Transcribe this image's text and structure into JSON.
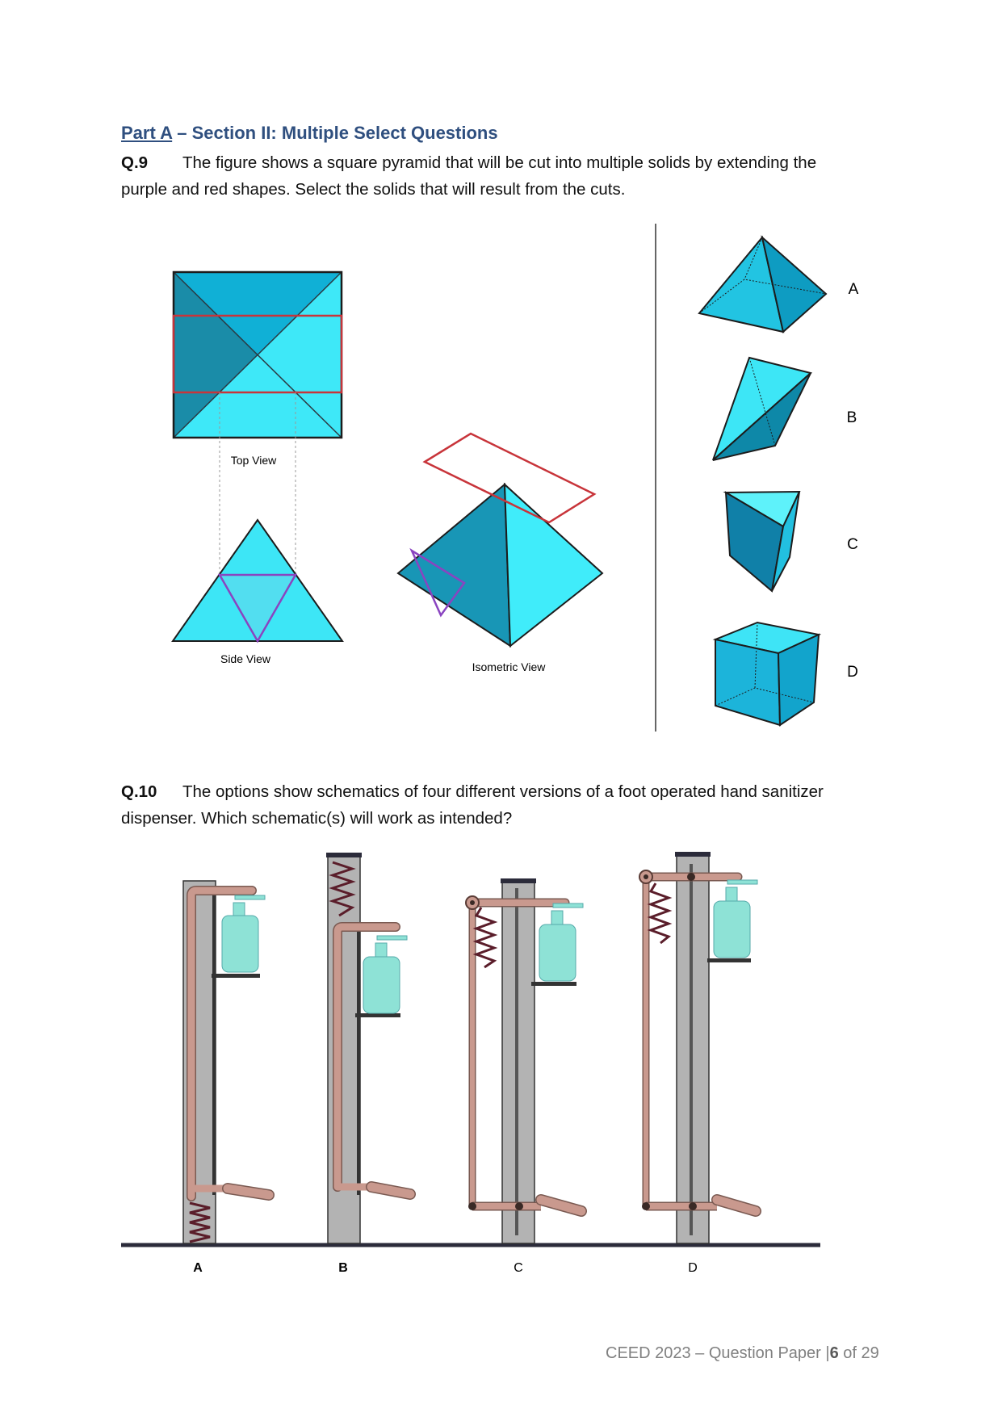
{
  "section": {
    "part": "Part A",
    "rest": " – Section II: Multiple Select Questions"
  },
  "q9": {
    "number": "Q.9",
    "line1": "The figure shows a square pyramid that will be cut into multiple solids by extending the",
    "line2": "purple and red shapes. Select the solids that will result from the cuts.",
    "views": {
      "top": "Top View",
      "side": "Side View",
      "iso": "Isometric View"
    },
    "options": [
      "A",
      "B",
      "C",
      "D"
    ]
  },
  "q10": {
    "number": "Q.10",
    "line1": "The options show schematics of four different versions of a foot operated hand sanitizer",
    "line2": "dispenser. Which schematic(s) will work as intended?",
    "options": [
      "A",
      "B",
      "C",
      "D"
    ]
  },
  "footer": {
    "prefix": "CEED 2023 – Question Paper |",
    "page": "6",
    "suffix": " of 29"
  },
  "colors": {
    "heading": "#2f4f7f",
    "cyan_light": "#3ee8f8",
    "cyan_mid": "#14b4d8",
    "cyan_dark": "#1a8ca8",
    "cut_red": "#c8343a",
    "cut_purple": "#8a44c0",
    "lever": "#c9998e",
    "pole": "#b3b3b3",
    "bottle": "#8ee2d6",
    "spring": "#5a1d2a"
  }
}
